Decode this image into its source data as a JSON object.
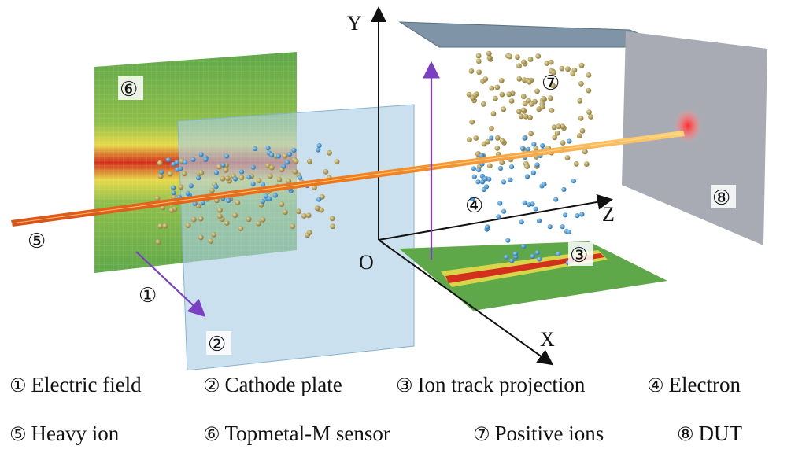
{
  "diagram": {
    "axes": {
      "y": "Y",
      "z": "Z",
      "x": "X",
      "origin": "O"
    },
    "callouts": [
      "①",
      "②",
      "③",
      "④",
      "⑤",
      "⑥",
      "⑦",
      "⑧"
    ]
  },
  "legend": {
    "row1": [
      {
        "num": "①",
        "label": "Electric field"
      },
      {
        "num": "②",
        "label": "Cathode plate"
      },
      {
        "num": "③",
        "label": "Ion track projection"
      },
      {
        "num": "④",
        "label": "Electron"
      }
    ],
    "row2": [
      {
        "num": "⑤",
        "label": "Heavy ion"
      },
      {
        "num": "⑥",
        "label": "Topmetal-M sensor"
      },
      {
        "num": "⑦",
        "label": "Positive ions"
      },
      {
        "num": "⑧",
        "label": "DUT"
      }
    ]
  },
  "colors": {
    "sensor_green": "#5fa84a",
    "cathode_blue": "#a9cde3",
    "beam_orange": "#f07a1a",
    "electron_blue": "#3a8fd0",
    "ion_gold": "#b09a52",
    "arrow_purple": "#7b3fc4",
    "top_plate": "#7f95a7",
    "dut_gray": "#a8abb3"
  }
}
